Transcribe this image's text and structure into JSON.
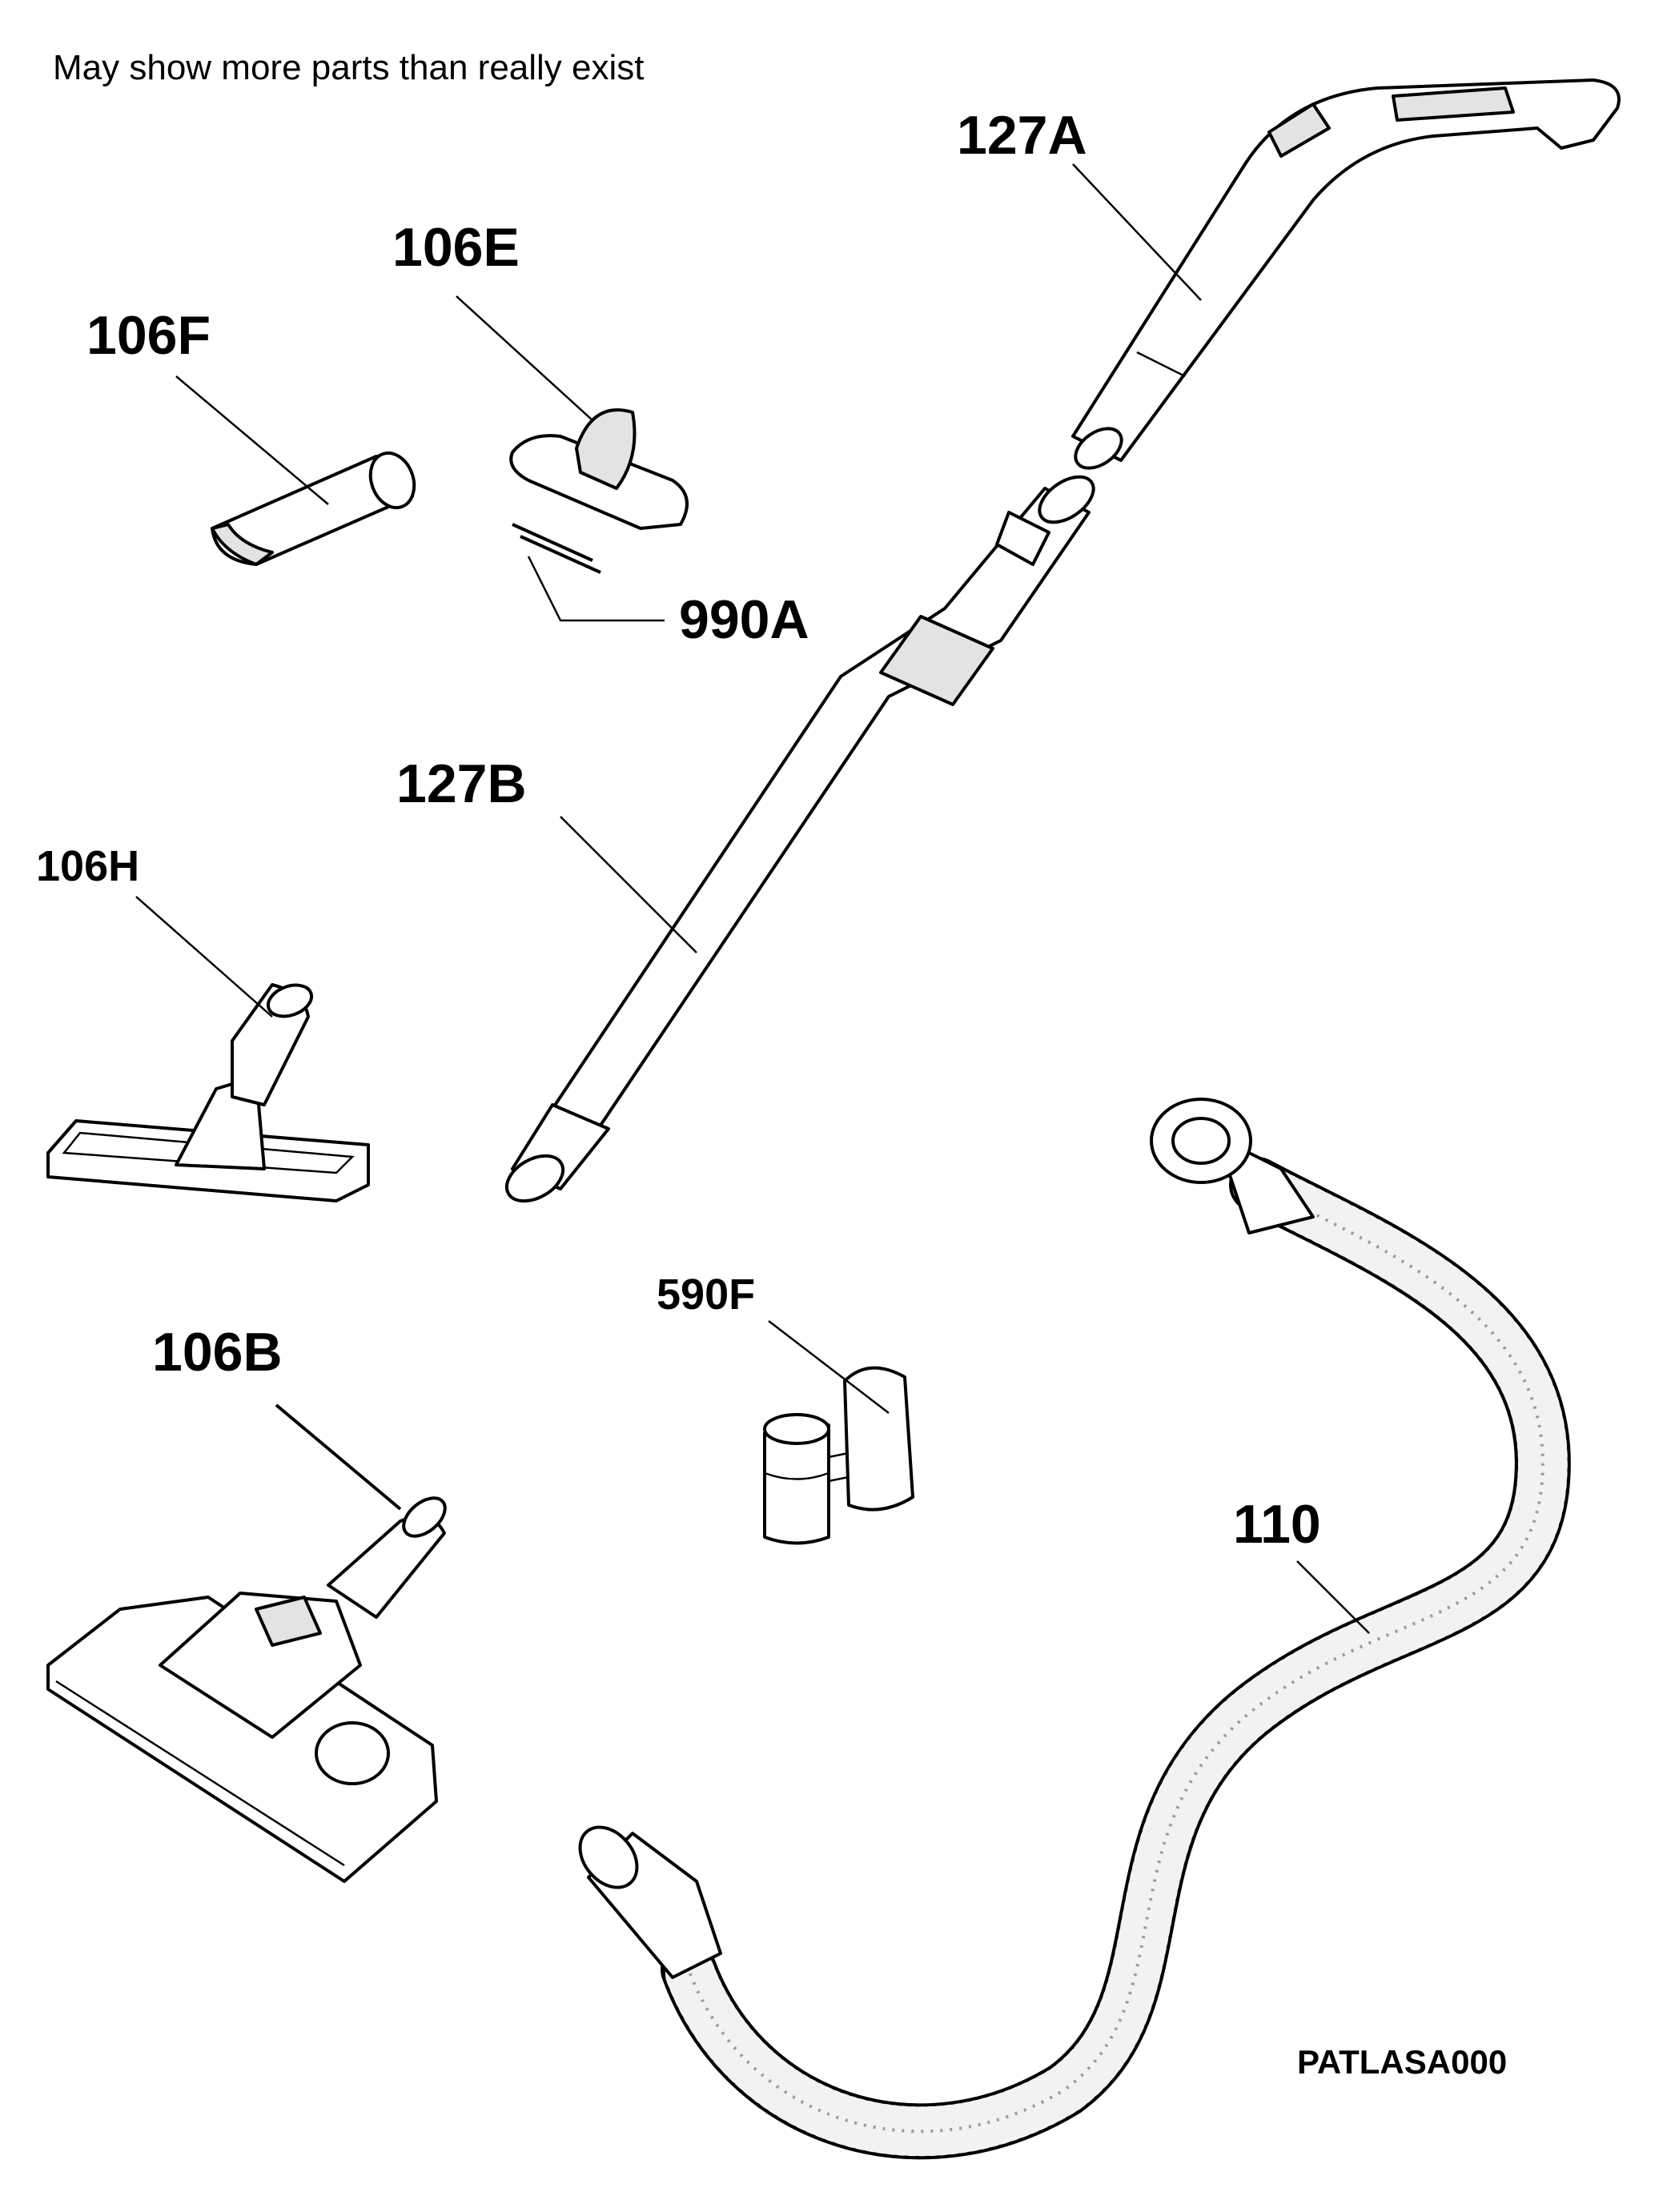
{
  "note": "May show more parts than really exist",
  "labels": {
    "p127A": "127A",
    "p106E": "106E",
    "p106F": "106F",
    "p990A": "990A",
    "p127B": "127B",
    "p106H": "106H",
    "p590F": "590F",
    "p106B": "106B",
    "p110": "110"
  },
  "drawing_code": "PATLASA000"
}
